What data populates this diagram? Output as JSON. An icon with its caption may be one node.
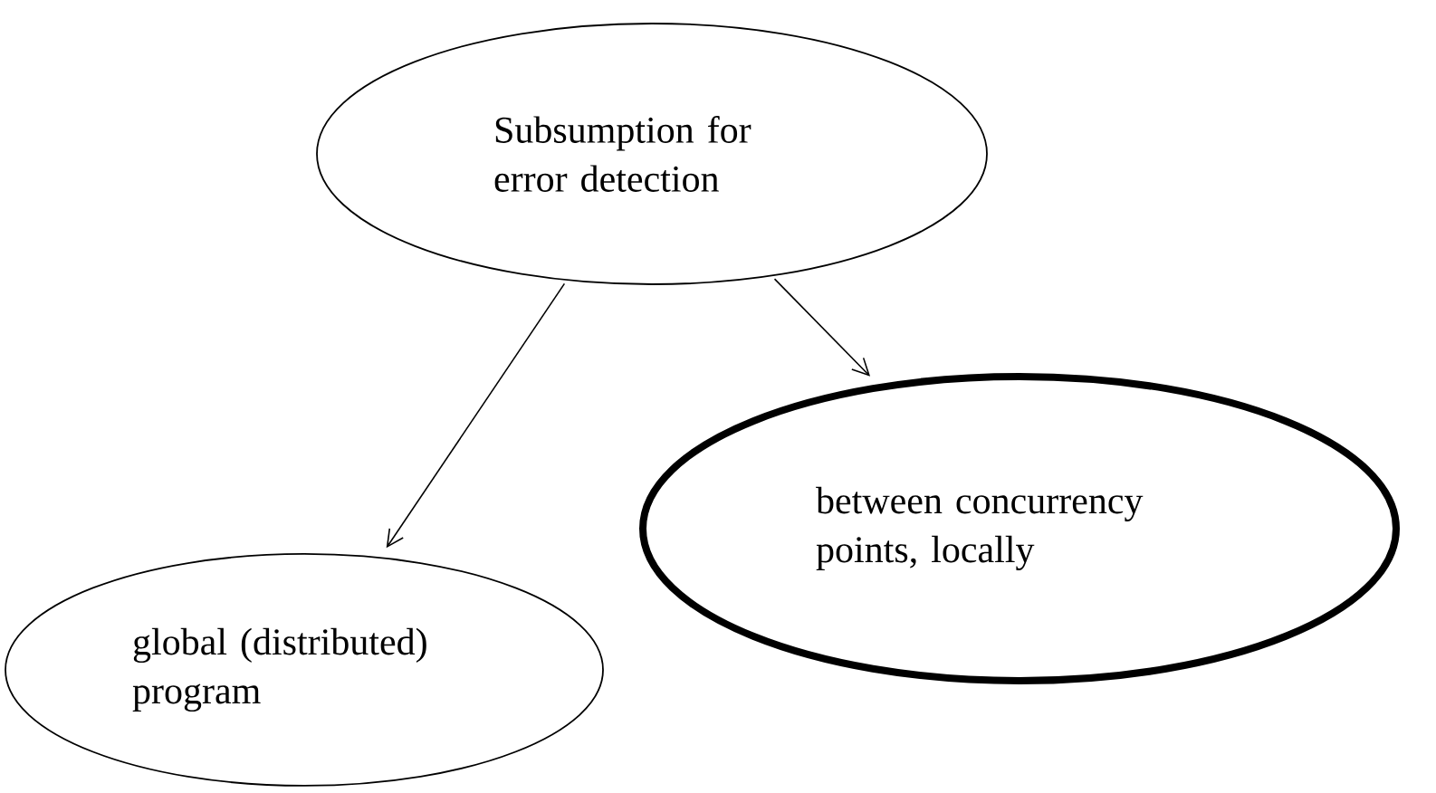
{
  "diagram": {
    "nodes": [
      {
        "text": [
          "Subsumption for error detection"
        ]
      },
      {
        "text": [
          "global (distributed) program"
        ]
      },
      {
        "text": [
          "between concurrency points, locally"
        ]
      }
    ],
    "edges": [
      {
        "from": 0,
        "to": 1,
        "arrow": "to"
      },
      {
        "from": 0,
        "to": 2,
        "arrow": "to"
      }
    ]
  }
}
